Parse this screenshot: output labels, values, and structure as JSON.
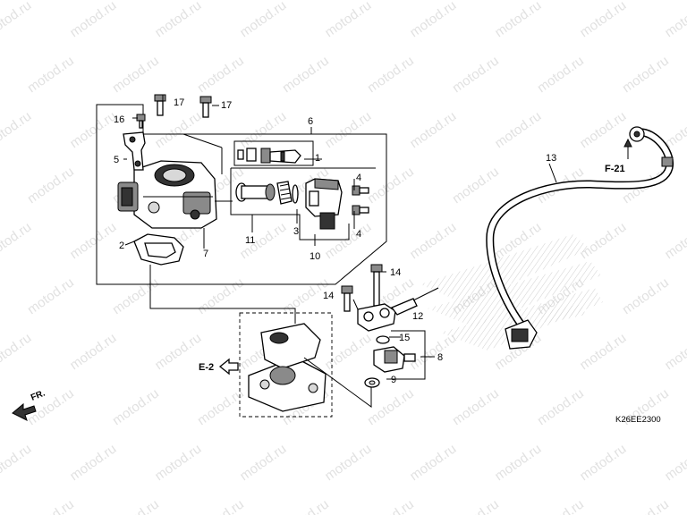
{
  "watermark": {
    "text": "motod.ru",
    "color": "#c9c9c9"
  },
  "callouts": {
    "c1": "1",
    "c2": "2",
    "c3": "3",
    "c4a": "4",
    "c4b": "4",
    "c5": "5",
    "c6": "6",
    "c7": "7",
    "c8": "8",
    "c9": "9",
    "c10": "10",
    "c11": "11",
    "c12": "12",
    "c13": "13",
    "c14a": "14",
    "c14b": "14",
    "c15": "15",
    "c16": "16",
    "c17a": "17",
    "c17b": "17"
  },
  "references": {
    "f21": "F-21",
    "e2": "E-2",
    "front": "FR."
  },
  "diagram_code": "K26EE2300",
  "colors": {
    "ink": "#000000",
    "background": "#ffffff",
    "logo_hatch": "#bdbdbd"
  }
}
